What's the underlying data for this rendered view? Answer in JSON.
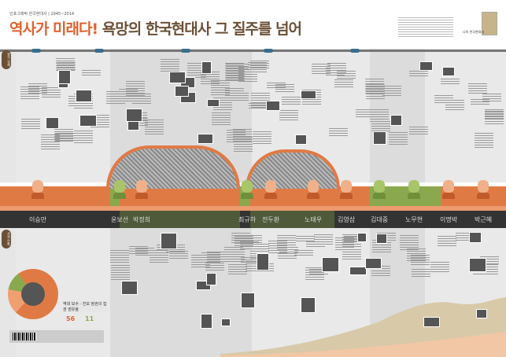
{
  "header": {
    "subtitle": "인포그래픽 한국현대사 | 1945~2014",
    "title_accent": "역사가 미래다!",
    "title_main": " 욕망의 한국현대사 그 질주를 넘어",
    "publisher": "나의 한국현대사"
  },
  "sections": {
    "top": "정치 경제",
    "bottom": "사회 문화"
  },
  "presidents": [
    {
      "name": "이승만",
      "era": "conservative"
    },
    {
      "name": "윤보선",
      "era": "progressive"
    },
    {
      "name": "박정희",
      "era": "military"
    },
    {
      "name": "최규하",
      "era": "progressive"
    },
    {
      "name": "전두환",
      "era": "military"
    },
    {
      "name": "노태우",
      "era": "military"
    },
    {
      "name": "김영삼",
      "era": "conservative"
    },
    {
      "name": "김대중",
      "era": "progressive"
    },
    {
      "name": "노무현",
      "era": "progressive"
    },
    {
      "name": "이명박",
      "era": "conservative"
    },
    {
      "name": "박근혜",
      "era": "conservative"
    }
  ],
  "stats": {
    "title": "역대 보수 · 진보 정권의 집권 점유율",
    "conservative": "56",
    "progressive": "11"
  },
  "colors": {
    "conservative": "#e07a45",
    "progressive": "#8aa94f",
    "military": "#4e5a3a",
    "brown": "#6b5036"
  }
}
